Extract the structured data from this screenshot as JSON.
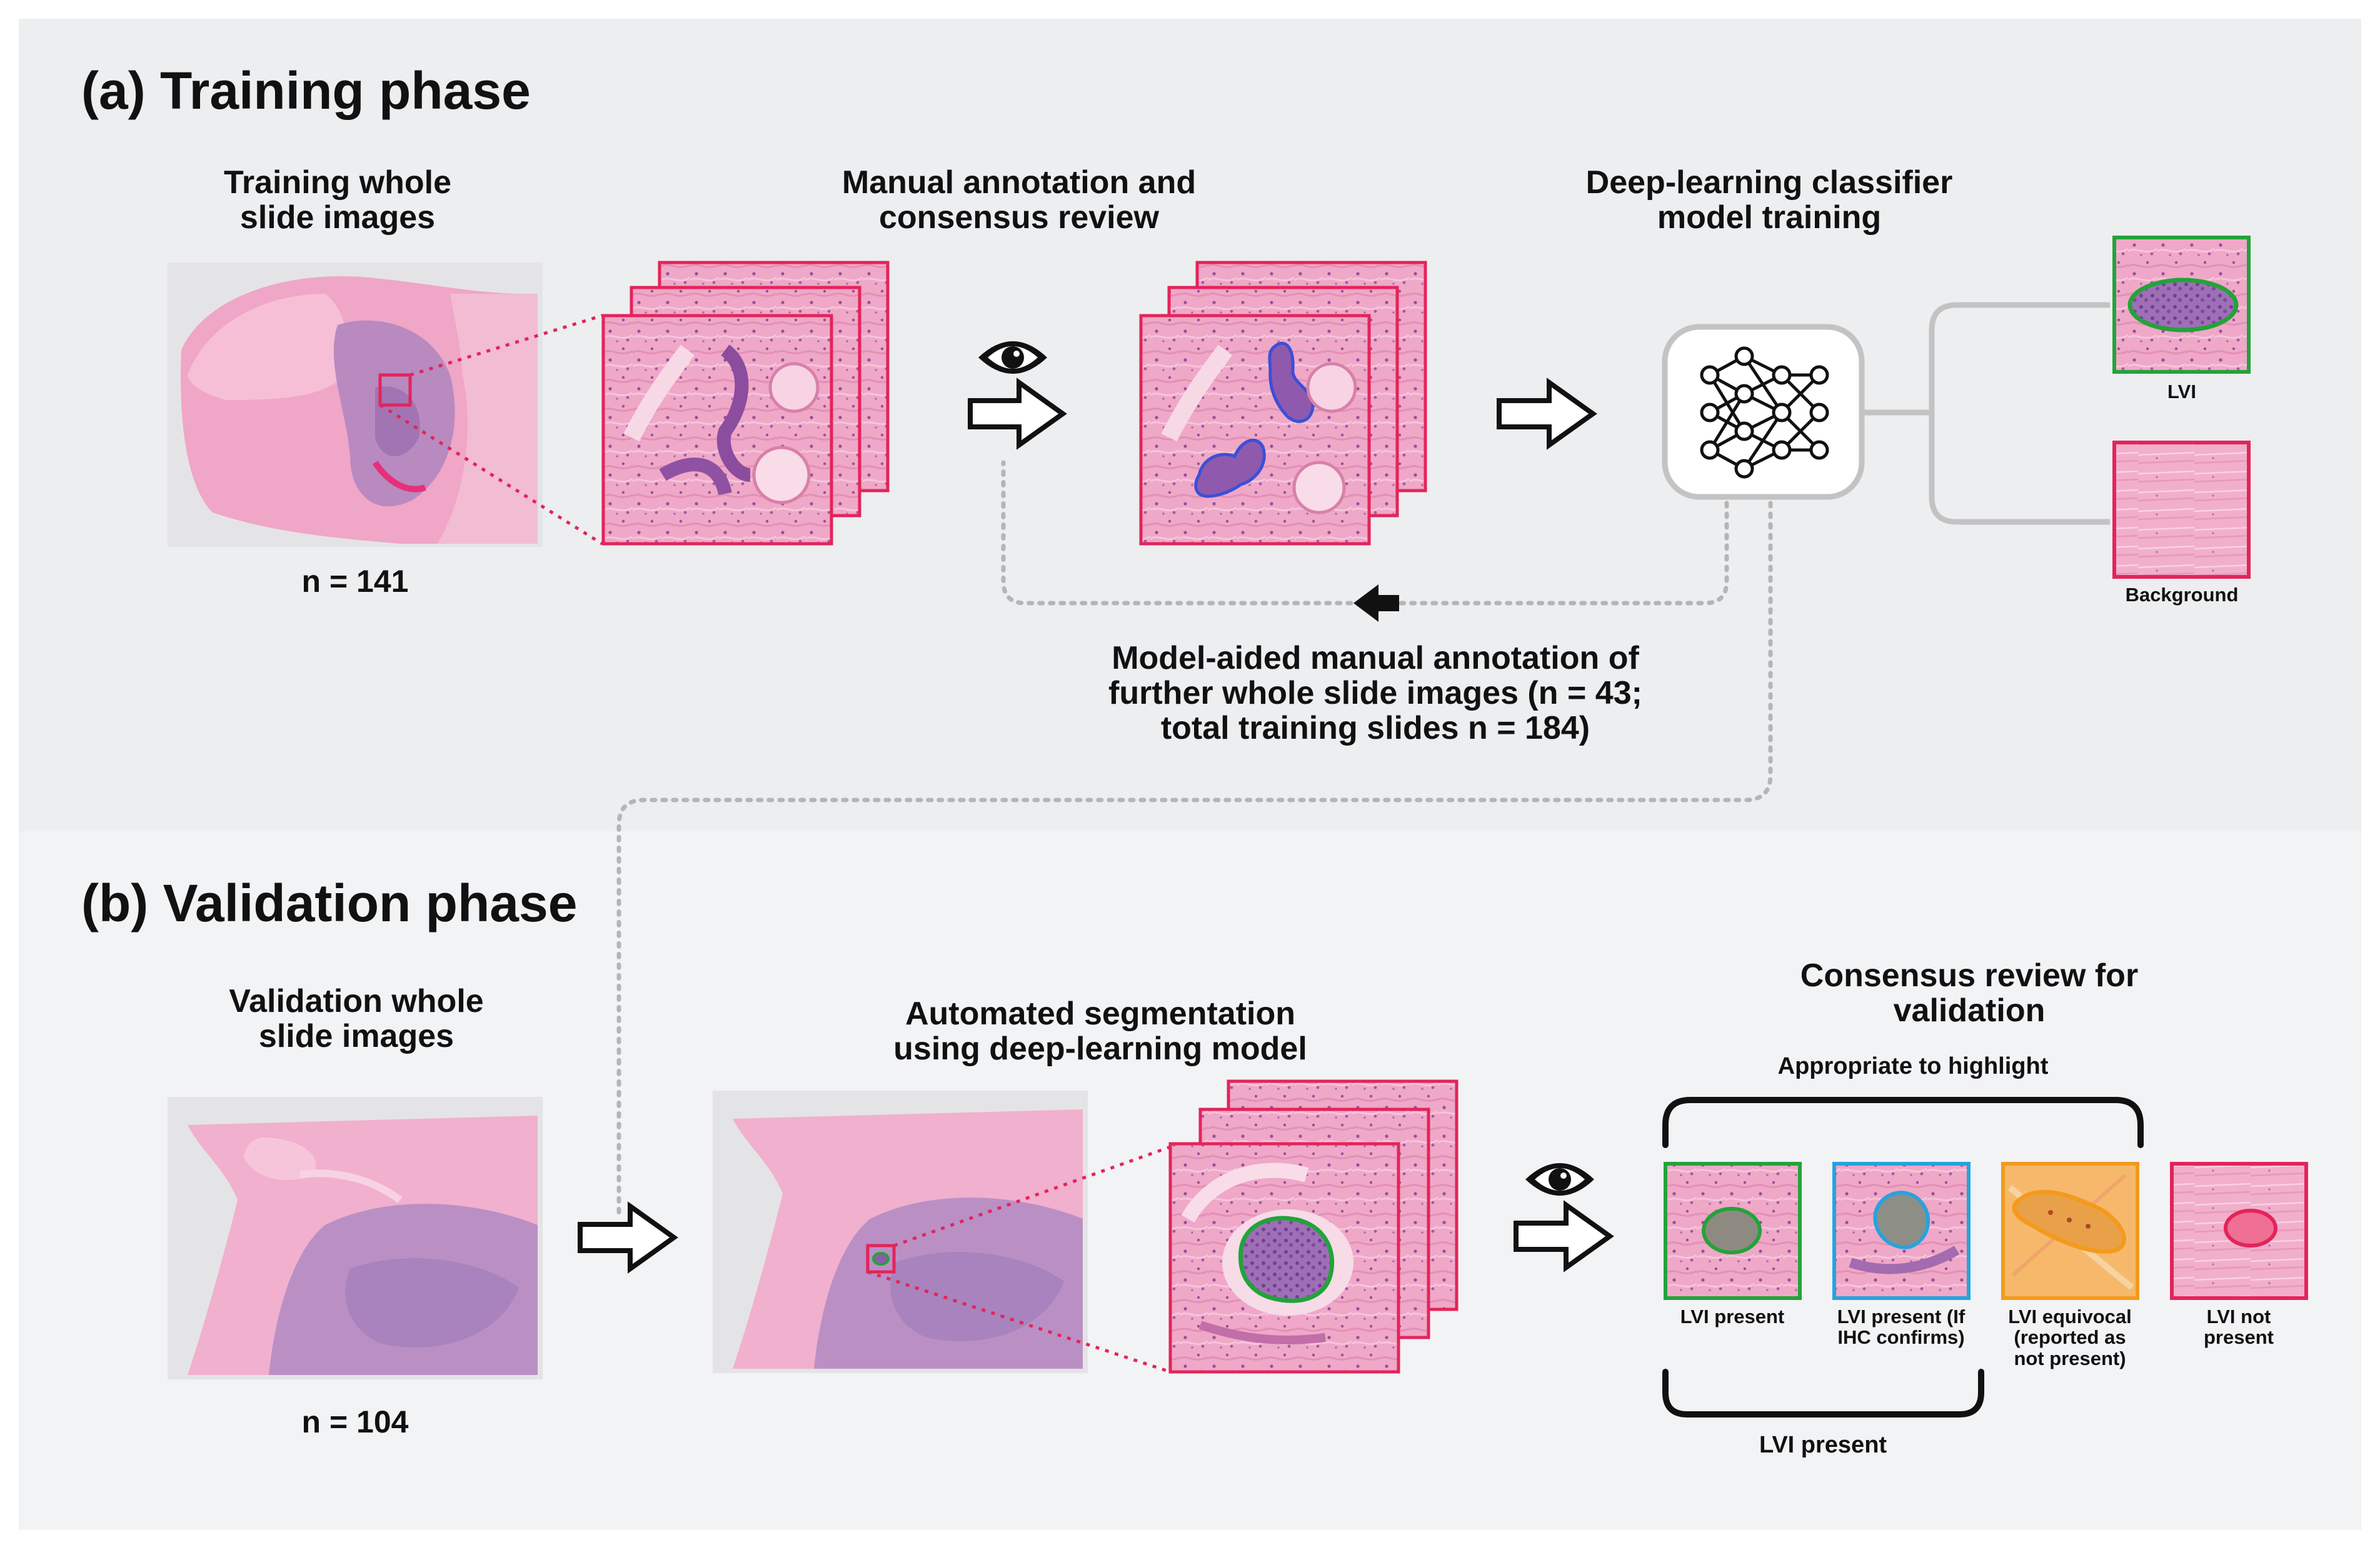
{
  "colors": {
    "panel_training": "#eceef0",
    "panel_validation": "#f2f3f5",
    "tissue_pink": "#efa7c7",
    "tissue_purple": "#b584bd",
    "frame_red": "#e3245a",
    "outline_green": "#23a33a",
    "outline_blue": "#27a3dc",
    "outline_orange": "#f39a1e",
    "outline_red": "#e3245a",
    "annotation_blue": "#3b4fd8",
    "connector_gray": "#c3c3c3",
    "dots_gray": "#b5b5b5"
  },
  "training": {
    "title": "(a) Training phase",
    "slides_heading": "Training whole\nslide images",
    "slides_count": "n = 141",
    "annotation_heading": "Manual annotation and\nconsensus review",
    "model_heading": "Deep-learning classifier\nmodel training",
    "output_lvi_label": "LVI",
    "output_background_label": "Background",
    "feedback_note": "Model-aided manual annotation of\nfurther whole slide images (n = 43;\ntotal training slides n = 184)",
    "review_icon": "eye-icon",
    "model_icon": "neural-network-icon"
  },
  "validation": {
    "title": "(b) Validation phase",
    "slides_heading": "Validation whole\nslide images",
    "slides_count": "n = 104",
    "segmentation_heading": "Automated segmentation\nusing deep-learning model",
    "consensus_heading": "Consensus review for\nvalidation",
    "highlight_label": "Appropriate to highlight",
    "lvi_present_group_label": "LVI present",
    "review_icon": "eye-icon",
    "categories": [
      {
        "label": "LVI present",
        "outline": "green"
      },
      {
        "label": "LVI present (If\nIHC confirms)",
        "outline": "blue"
      },
      {
        "label": "LVI equivocal\n(reported as\nnot present)",
        "outline": "orange"
      },
      {
        "label": "LVI not\npresent",
        "outline": "red"
      }
    ]
  }
}
